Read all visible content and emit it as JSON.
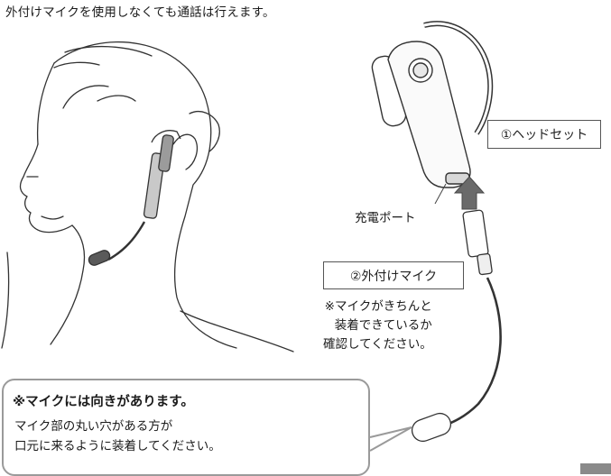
{
  "top_note": "外付けマイクを使用しなくても通話は行えます。",
  "labels": {
    "headset": "①ヘッドセット",
    "external_mic": "②外付けマイク",
    "charging_port": "充電ポート",
    "mic_check": "※マイクがきちんと\n装着できているか\n確認してください。"
  },
  "note": {
    "title": "※マイクには向きがあります。",
    "body": "マイク部の丸い穴がある方が\n口元に来るように装着してください。"
  }
}
